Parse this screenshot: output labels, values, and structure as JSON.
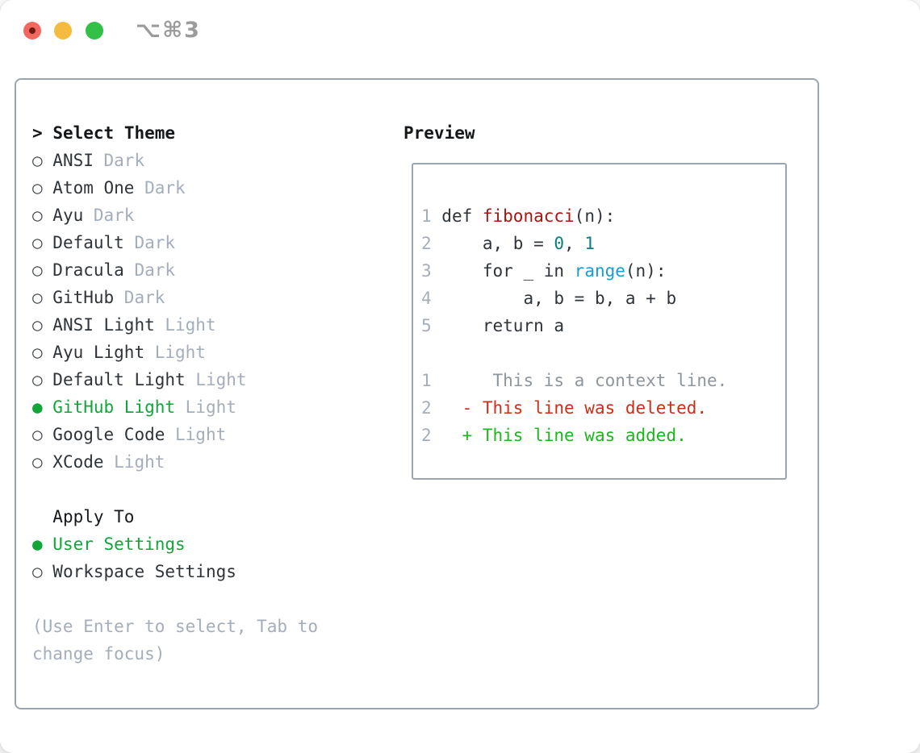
{
  "window": {
    "title": "⌥⌘3",
    "traffic_lights": [
      "close",
      "minimize",
      "zoom"
    ]
  },
  "picker": {
    "header_prefix": ">",
    "header_label": "Select Theme",
    "themes": [
      {
        "name": "ANSI",
        "variant": "Dark",
        "selected": false
      },
      {
        "name": "Atom One",
        "variant": "Dark",
        "selected": false
      },
      {
        "name": "Ayu",
        "variant": "Dark",
        "selected": false
      },
      {
        "name": "Default",
        "variant": "Dark",
        "selected": false
      },
      {
        "name": "Dracula",
        "variant": "Dark",
        "selected": false
      },
      {
        "name": "GitHub",
        "variant": "Dark",
        "selected": false
      },
      {
        "name": "ANSI Light",
        "variant": "Light",
        "selected": false
      },
      {
        "name": "Ayu Light",
        "variant": "Light",
        "selected": false
      },
      {
        "name": "Default Light",
        "variant": "Light",
        "selected": false
      },
      {
        "name": "GitHub Light",
        "variant": "Light",
        "selected": true
      },
      {
        "name": "Google Code",
        "variant": "Light",
        "selected": false
      },
      {
        "name": "XCode",
        "variant": "Light",
        "selected": false
      }
    ],
    "apply_to_label": "Apply To",
    "apply_options": [
      {
        "name": "User Settings",
        "selected": true
      },
      {
        "name": "Workspace Settings",
        "selected": false
      }
    ],
    "hint_line1": "(Use Enter to select, Tab to",
    "hint_line2": "change focus)"
  },
  "preview": {
    "label": "Preview",
    "lines": [
      {
        "n": "1",
        "tokens": [
          [
            "code",
            "def "
          ],
          [
            "func",
            "fibonacci"
          ],
          [
            "code",
            "(n):"
          ]
        ]
      },
      {
        "n": "2",
        "tokens": [
          [
            "code",
            "    a, b = "
          ],
          [
            "num",
            "0"
          ],
          [
            "code",
            ", "
          ],
          [
            "num",
            "1"
          ]
        ]
      },
      {
        "n": "3",
        "tokens": [
          [
            "code",
            "    for _ in "
          ],
          [
            "builtin",
            "range"
          ],
          [
            "code",
            "(n):"
          ]
        ]
      },
      {
        "n": "4",
        "tokens": [
          [
            "code",
            "        a, b = b, a + b"
          ]
        ]
      },
      {
        "n": "5",
        "tokens": [
          [
            "code",
            "    return a"
          ]
        ]
      },
      {
        "n": "",
        "tokens": []
      },
      {
        "n": "1",
        "tokens": [
          [
            "context",
            "     This is a context line."
          ]
        ]
      },
      {
        "n": "2",
        "tokens": [
          [
            "deleted",
            "  - This line was deleted."
          ]
        ]
      },
      {
        "n": "2",
        "tokens": [
          [
            "added",
            "  + This line was added."
          ]
        ]
      }
    ]
  },
  "colors": {
    "text_dark": "#2e343a",
    "header_black": "#15181b",
    "ring_dark": "#444b52",
    "gray_light": "#a4aebb",
    "context_gray": "#8d959d",
    "selected_green": "#11a63a",
    "added_green": "#1db51f",
    "deleted_red": "#cd2e16",
    "func_red": "#a8150e",
    "number_teal": "#0b7e80",
    "builtin_blue": "#189dd6",
    "panel_border": "#9aa5b1",
    "titlebar_title_gray": "#9b9b9b",
    "light_red": "#f1695e",
    "light_red_dot": "#731a10",
    "light_yellow": "#f5bb3e",
    "light_green": "#32c146"
  }
}
